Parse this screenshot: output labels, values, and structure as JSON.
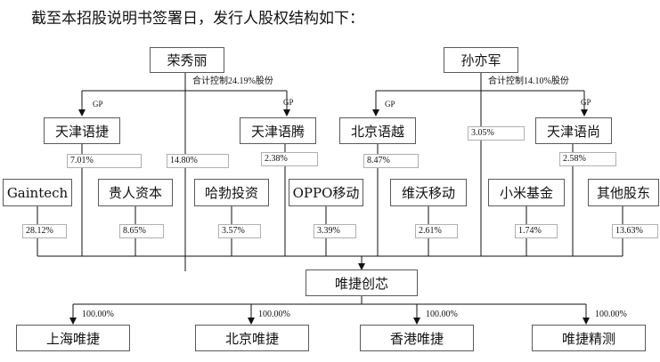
{
  "intro": "截至本招股说明书签署日，发行人股权结构如下：",
  "top_holders": {
    "rong": {
      "name": "荣秀丽",
      "control_note": "合计控制24.19%股份"
    },
    "sun": {
      "name": "孙亦军",
      "control_note": "合计控制14.10%股份"
    }
  },
  "gp_label": "GP",
  "partnerships": [
    {
      "name": "天津语捷",
      "pct": "7.01%"
    },
    {
      "name": "天津语腾",
      "pct": "2.38%"
    },
    {
      "name": "北京语越",
      "pct": "8.47%"
    },
    {
      "name": "天津语尚",
      "pct": "2.58%"
    }
  ],
  "direct_pcts": {
    "rong": "14.80%",
    "sun": "3.05%"
  },
  "shareholders": [
    {
      "name": "Gaintech",
      "pct": "28.12%"
    },
    {
      "name": "贵人资本",
      "pct": "8.65%"
    },
    {
      "name": "哈勃投资",
      "pct": "3.57%"
    },
    {
      "name": "OPPO移动",
      "pct": "3.39%"
    },
    {
      "name": "维沃移动",
      "pct": "2.61%"
    },
    {
      "name": "小米基金",
      "pct": "1.74%"
    },
    {
      "name": "其他股东",
      "pct": "13.63%"
    }
  ],
  "company": "唯捷创芯",
  "subsidiaries": [
    {
      "name": "上海唯捷",
      "pct": "100.00%"
    },
    {
      "name": "北京唯捷",
      "pct": "100.00%"
    },
    {
      "name": "香港唯捷",
      "pct": "100.00%"
    },
    {
      "name": "唯捷精测",
      "pct": "100.00%"
    }
  ]
}
